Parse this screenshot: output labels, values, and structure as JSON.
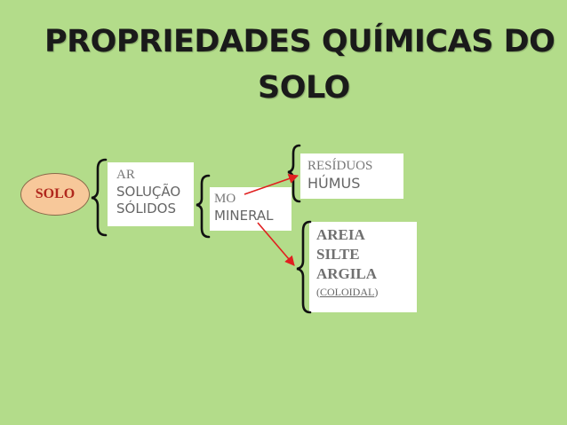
{
  "title": {
    "line1": "PROPRIEDADES QUÍMICAS DO",
    "line2": "SOLO"
  },
  "root": {
    "label": "SOLO"
  },
  "phases": {
    "items": [
      "AR",
      "SOLUÇÃO",
      "SÓLIDOS"
    ]
  },
  "solids": {
    "items": [
      "MO",
      "MINERAL"
    ]
  },
  "organic": {
    "items": [
      "RESÍDUOS",
      "HÚMUS"
    ]
  },
  "mineral": {
    "items": [
      "AREIA",
      "SILTE",
      "ARGILA"
    ],
    "note_open": "(",
    "note_word": "COLOIDAL",
    "note_close": ")"
  },
  "colors": {
    "background": "#b3dc8a",
    "arrow": "#e02020",
    "ellipse_fill": "#f7c89a",
    "ellipse_text": "#b0271c"
  },
  "icons": [
    "brace-icon",
    "arrow-icon"
  ]
}
